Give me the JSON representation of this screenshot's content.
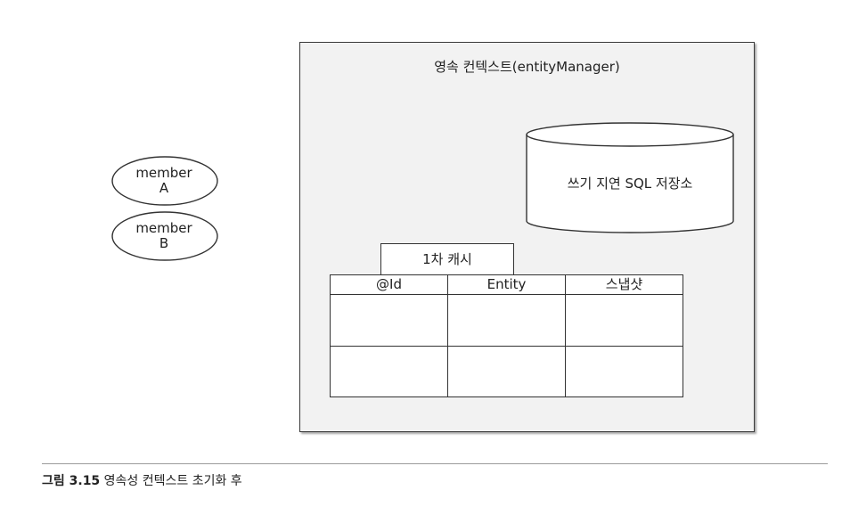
{
  "persistence_context": {
    "title": "영속 컨텍스트(entityManager)"
  },
  "write_store": {
    "label": "쓰기 지연 SQL 저장소"
  },
  "members": [
    {
      "line1": "member",
      "line2": "A"
    },
    {
      "line1": "member",
      "line2": "B"
    }
  ],
  "cache": {
    "label": "1차 캐시",
    "columns": [
      "@Id",
      "Entity",
      "스냅샷"
    ],
    "rows": [
      [
        "",
        "",
        ""
      ],
      [
        "",
        "",
        ""
      ]
    ]
  },
  "caption": {
    "label": "그림 3.15",
    "text": "영속성 컨텍스트 초기화 후"
  }
}
